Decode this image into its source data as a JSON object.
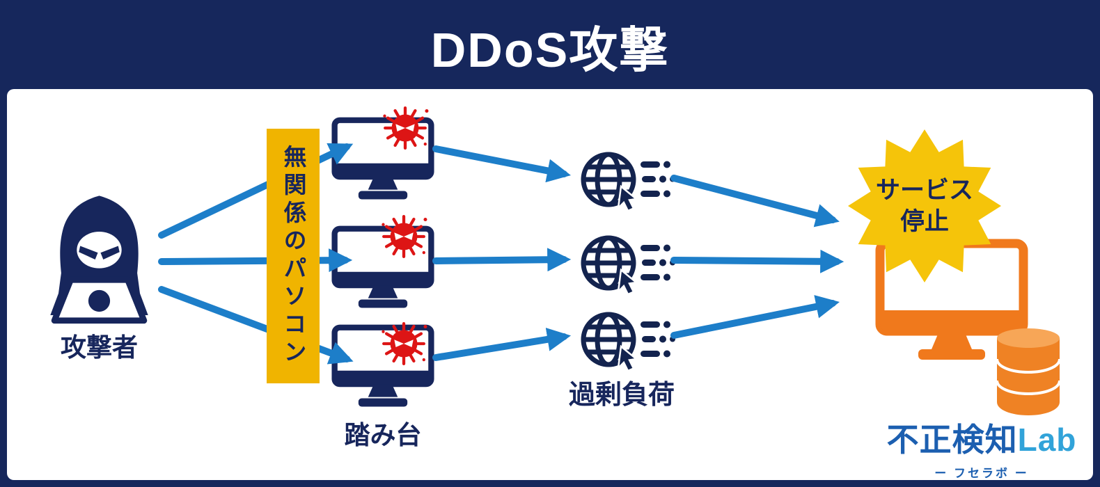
{
  "title": "DDoS攻撃",
  "attacker": {
    "label": "攻撃者"
  },
  "zombies": {
    "banner": "無関係のパソコン",
    "label": "踏み台"
  },
  "overload": {
    "label": "過剰負荷"
  },
  "impact": {
    "line1": "サービス",
    "line2": "停止"
  },
  "logo": {
    "main": "不正検知",
    "accent": "Lab",
    "sub": "ー フセラボ ー"
  },
  "colors": {
    "background_navy": "#16275c",
    "icon_navy": "#17265c",
    "arrow_blue": "#1d7ec9",
    "banner_yellow": "#f0b400",
    "burst_yellow": "#f5c40a",
    "virus_red": "#dd1515",
    "server_orange": "#f0791c",
    "database_orange": "#ef8224",
    "logo_blue": "#1c5fb0",
    "logo_light_blue": "#31a3d9"
  }
}
